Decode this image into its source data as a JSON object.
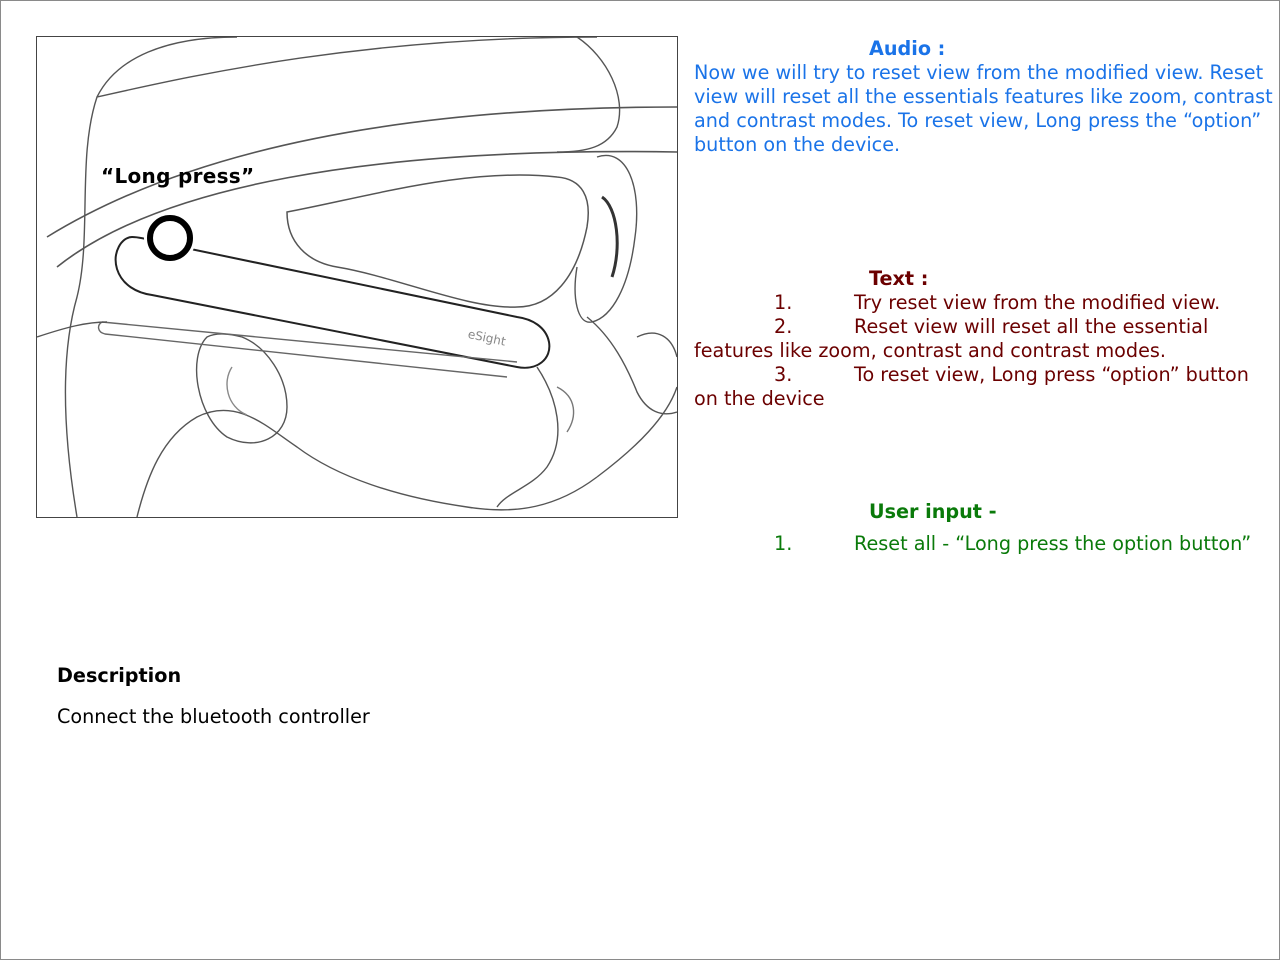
{
  "illustration": {
    "callout_label": "“Long press”",
    "device_brand": "eSight"
  },
  "audio": {
    "title": "Audio :",
    "body": "Now we will try to reset view from the modified view. Reset view will reset all the essentials features like zoom, contrast and contrast modes. To reset view, Long press the “option” button on the device."
  },
  "text": {
    "title": "Text :",
    "items": [
      {
        "num": "1.",
        "text": "Try reset view from the modified view."
      },
      {
        "num": "2.",
        "text": "Reset view will reset all the essential features like zoom, contrast and contrast modes."
      },
      {
        "num": "3.",
        "text": "To reset view, Long press “option” button on the device"
      }
    ]
  },
  "user_input": {
    "title": "User input -",
    "items": [
      {
        "num": "1.",
        "text": "Reset all - “Long press the option button”"
      }
    ]
  },
  "description": {
    "title": "Description",
    "body": "Connect the bluetooth controller"
  }
}
